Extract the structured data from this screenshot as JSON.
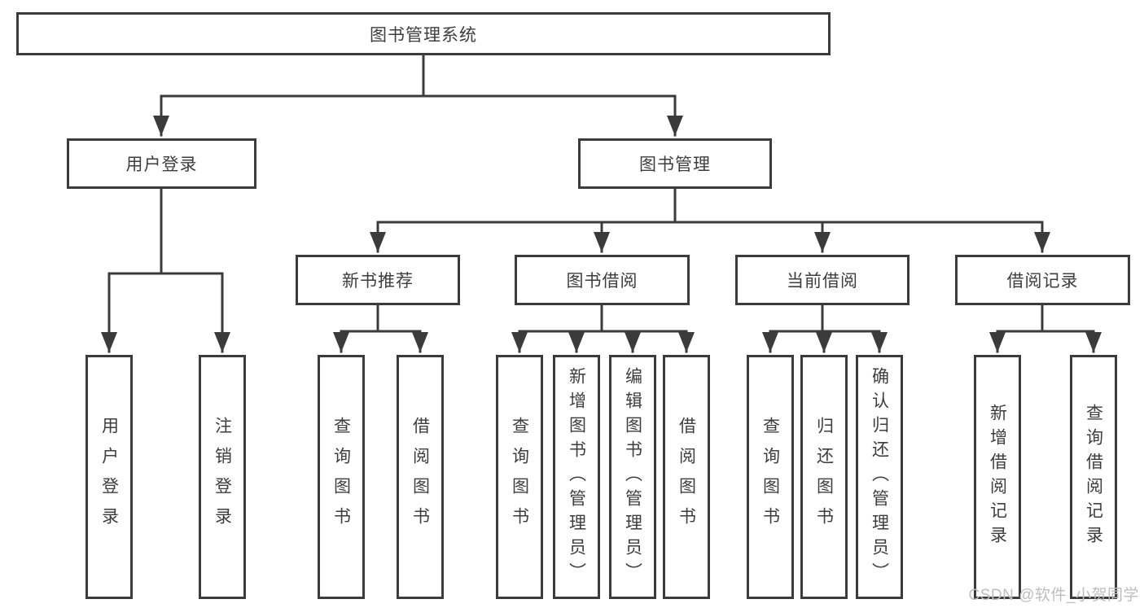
{
  "tree": {
    "label": "图书管理系统",
    "children": [
      {
        "label": "用户登录",
        "children": [
          {
            "label": "用户登录"
          },
          {
            "label": "注销登录"
          }
        ]
      },
      {
        "label": "图书管理",
        "children": [
          {
            "label": "新书推荐",
            "children": [
              {
                "label": "查询图书"
              },
              {
                "label": "借阅图书"
              }
            ]
          },
          {
            "label": "图书借阅",
            "children": [
              {
                "label": "查询图书"
              },
              {
                "label": "新增图书（管理员）"
              },
              {
                "label": "编辑图书（管理员）"
              },
              {
                "label": "借阅图书"
              }
            ]
          },
          {
            "label": "当前借阅",
            "children": [
              {
                "label": "查询图书"
              },
              {
                "label": "归还图书"
              },
              {
                "label": "确认归还（管理员）"
              }
            ]
          },
          {
            "label": "借阅记录",
            "children": [
              {
                "label": "新增借阅记录"
              },
              {
                "label": "查询借阅记录"
              }
            ]
          }
        ]
      }
    ]
  },
  "watermark": "CSDN @软件_小贺同学",
  "colors": {
    "line": "#3b3b3b",
    "text": "#3d3d3d",
    "background": "#ffffff",
    "watermark": "#bdbdbd"
  }
}
